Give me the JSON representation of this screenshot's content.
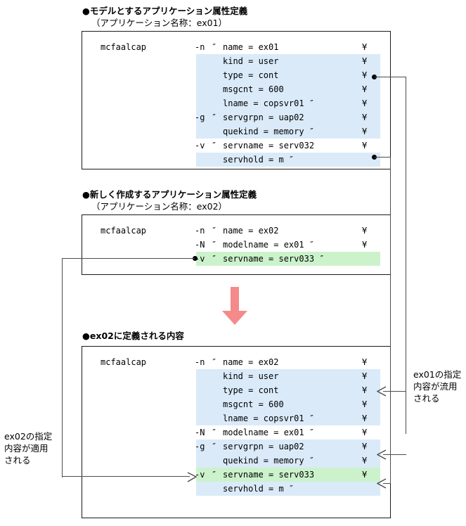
{
  "sections": [
    {
      "id": "model",
      "heading": "●モデルとするアプリケーション属性定義",
      "subheading": "（アプリケーション名称：ex01）",
      "command": "mcfaalcap",
      "lines": [
        {
          "opt": "-n",
          "quote": "″",
          "text": "name = ex01",
          "yen": "\\",
          "hl": "none"
        },
        {
          "opt": "",
          "quote": "",
          "text": "kind = user",
          "yen": "\\",
          "hl": "blue"
        },
        {
          "opt": "",
          "quote": "",
          "text": "type = cont",
          "yen": "\\",
          "hl": "blue"
        },
        {
          "opt": "",
          "quote": "",
          "text": "msgcnt = 600",
          "yen": "\\",
          "hl": "blue"
        },
        {
          "opt": "",
          "quote": "",
          "text": "lname = copsvr01 ″",
          "yen": "\\",
          "hl": "blue"
        },
        {
          "opt": "-g",
          "quote": "″",
          "text": "servgrpn = uap02",
          "yen": "\\",
          "hl": "blue"
        },
        {
          "opt": "",
          "quote": "",
          "text": "quekind = memory ″",
          "yen": "\\",
          "hl": "blue"
        },
        {
          "opt": "-v",
          "quote": "″",
          "text": "servname = serv032",
          "yen": "\\",
          "hl": "none"
        },
        {
          "opt": "",
          "quote": "",
          "text": "servhold = m ″",
          "yen": "",
          "hl": "blue"
        }
      ]
    },
    {
      "id": "new",
      "heading": "●新しく作成するアプリケーション属性定義",
      "subheading": "（アプリケーション名称：ex02）",
      "command": "mcfaalcap",
      "lines": [
        {
          "opt": "-n",
          "quote": "″",
          "text": "name = ex02",
          "yen": "\\",
          "hl": "none"
        },
        {
          "opt": "-N",
          "quote": "″",
          "text": "modelname = ex01 ″",
          "yen": "\\",
          "hl": "none"
        },
        {
          "opt": "-v",
          "quote": "″",
          "text": "servname = serv033 ″",
          "yen": "",
          "hl": "green"
        }
      ]
    },
    {
      "id": "result",
      "heading": "●ex02に定義される内容",
      "subheading": "",
      "command": "mcfaalcap",
      "lines": [
        {
          "opt": "-n",
          "quote": "″",
          "text": "name = ex02",
          "yen": "\\",
          "hl": "none"
        },
        {
          "opt": "",
          "quote": "",
          "text": "kind = user",
          "yen": "\\",
          "hl": "blue"
        },
        {
          "opt": "",
          "quote": "",
          "text": "type = cont",
          "yen": "\\",
          "hl": "blue"
        },
        {
          "opt": "",
          "quote": "",
          "text": "msgcnt = 600",
          "yen": "\\",
          "hl": "blue"
        },
        {
          "opt": "",
          "quote": "",
          "text": "lname = copsvr01 ″",
          "yen": "\\",
          "hl": "blue"
        },
        {
          "opt": "-N",
          "quote": "″",
          "text": "modelname = ex01 ″",
          "yen": "\\",
          "hl": "none"
        },
        {
          "opt": "-g",
          "quote": "″",
          "text": "servgrpn = uap02",
          "yen": "\\",
          "hl": "blue"
        },
        {
          "opt": "",
          "quote": "",
          "text": "quekind = memory ″",
          "yen": "\\",
          "hl": "blue"
        },
        {
          "opt": "-v",
          "quote": "″",
          "text": "servname = serv033",
          "yen": "\\",
          "hl": "green"
        },
        {
          "opt": "",
          "quote": "",
          "text": "servhold = m ″",
          "yen": "",
          "hl": "blue"
        }
      ]
    }
  ],
  "annotations": {
    "right": {
      "line1": "ex01の指定",
      "line2": "内容が流用",
      "line3": "される"
    },
    "left": {
      "line1": "ex02の指定",
      "line2": "内容が適用",
      "line3": "される"
    }
  },
  "colors": {
    "highlight_blue": "#daeaf9",
    "highlight_green": "#ccf2cc",
    "flow_arrow": "#f58a8a",
    "connector": "#4d4d4d",
    "box_border": "#1a1a1a"
  }
}
